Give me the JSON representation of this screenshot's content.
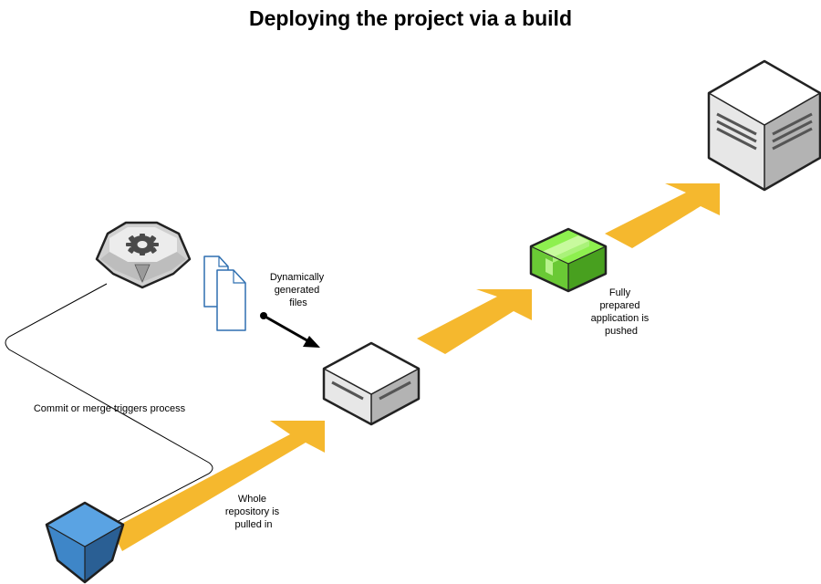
{
  "diagram": {
    "title": "Deploying the project via a build",
    "labels": {
      "trigger": [
        "Commit or merge triggers process"
      ],
      "generated_files": [
        "Dynamically",
        "generated",
        "files"
      ],
      "repository_pulled": [
        "Whole",
        "repository is",
        "pulled in"
      ],
      "app_pushed": [
        "Fully",
        "prepared",
        "application is",
        "pushed"
      ]
    },
    "nodes": [
      {
        "id": "repository",
        "icon": "repository-bucket-icon"
      },
      {
        "id": "build-server",
        "icon": "gear-server-icon"
      },
      {
        "id": "generated-files",
        "icon": "document-files-icon"
      },
      {
        "id": "build-box",
        "icon": "build-box-icon"
      },
      {
        "id": "app-package",
        "icon": "package-icon"
      },
      {
        "id": "production-server",
        "icon": "server-icon"
      }
    ],
    "colors": {
      "flow_arrow": "#f5b82e",
      "repository": "#3e86c8",
      "package": "#7ee43f",
      "box_top": "#ffffff",
      "box_left": "#e7e7e7",
      "box_right": "#b3b3b3",
      "file_stroke": "#2e6fb0"
    }
  }
}
